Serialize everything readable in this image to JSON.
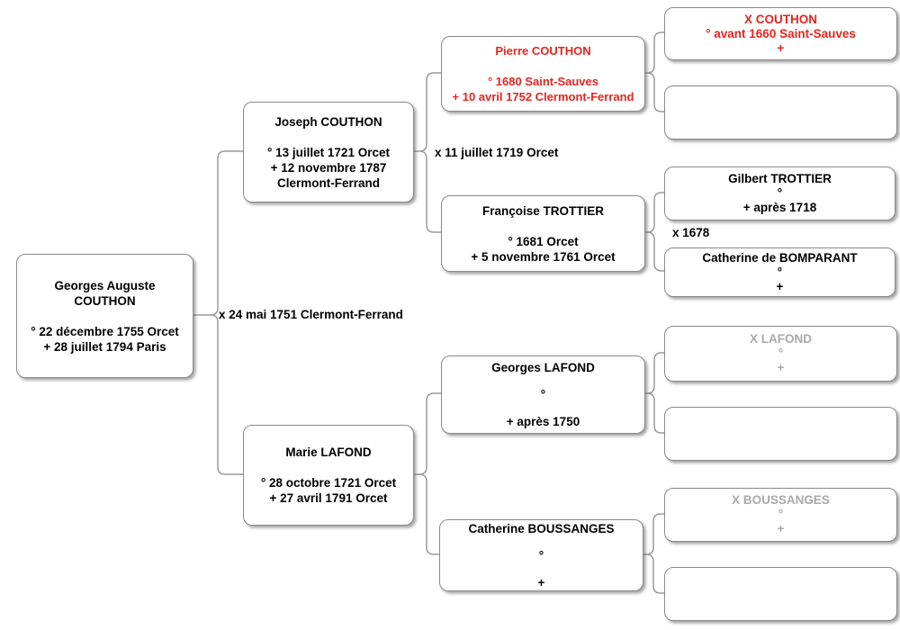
{
  "colors": {
    "normal": "#000000",
    "highlight": "#e8231c",
    "muted": "#a9a9a9",
    "border": "#8a8a8a",
    "connector": "#9b9b9b",
    "background": "#ffffff"
  },
  "persons": {
    "georges_auguste_couthon": {
      "role": "normal",
      "lines": [
        "Georges Auguste",
        "COUTHON",
        "",
        "° 22 décembre 1755 Orcet",
        "+ 28 juillet 1794 Paris"
      ]
    },
    "joseph_couthon": {
      "role": "normal",
      "lines": [
        "Joseph COUTHON",
        "",
        "° 13 juillet 1721 Orcet",
        "+ 12 novembre 1787",
        "Clermont-Ferrand"
      ]
    },
    "marie_lafond": {
      "role": "normal",
      "lines": [
        "Marie LAFOND",
        "",
        "° 28 octobre 1721 Orcet",
        "+ 27 avril 1791 Orcet"
      ]
    },
    "pierre_couthon": {
      "role": "highlight",
      "lines": [
        "Pierre COUTHON",
        "",
        "° 1680 Saint-Sauves",
        "+ 10 avril 1752 Clermont-Ferrand"
      ]
    },
    "francoise_trottier": {
      "role": "normal",
      "lines": [
        "Françoise TROTTIER",
        "",
        "° 1681 Orcet",
        "+ 5 novembre 1761 Orcet"
      ]
    },
    "georges_lafond": {
      "role": "normal",
      "lines": [
        "Georges LAFOND",
        "",
        "°",
        "",
        "+ après 1750"
      ]
    },
    "catherine_boussanges": {
      "role": "normal",
      "lines": [
        "Catherine BOUSSANGES",
        "",
        "°",
        "",
        "+"
      ]
    },
    "x_couthon": {
      "role": "highlight",
      "lines": [
        "X COUTHON",
        "° avant 1660 Saint-Sauves",
        "+"
      ]
    },
    "gilbert_trottier": {
      "role": "normal",
      "lines": [
        "Gilbert TROTTIER",
        "°",
        "+ après 1718"
      ]
    },
    "catherine_de_bomparant": {
      "role": "normal",
      "lines": [
        "Catherine de BOMPARANT",
        "°",
        "+"
      ]
    },
    "x_lafond": {
      "role": "muted",
      "lines": [
        "X LAFOND",
        "°",
        "+"
      ]
    },
    "x_boussanges": {
      "role": "muted",
      "lines": [
        "X BOUSSANGES",
        "°",
        "+"
      ]
    }
  },
  "marriages": {
    "couthon_lafond": "x 24 mai 1751 Clermont-Ferrand",
    "couthon_trottier": "x 11 juillet 1719 Orcet",
    "trottier_bomparant": "x 1678"
  }
}
